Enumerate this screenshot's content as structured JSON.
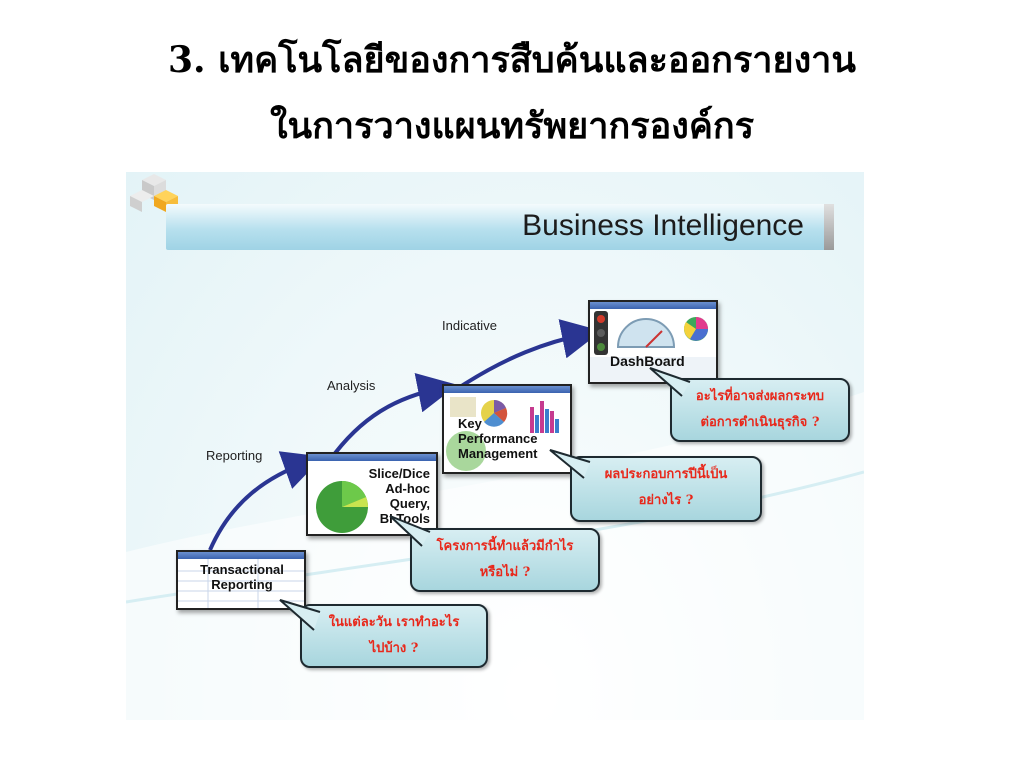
{
  "title": {
    "line1": "3. เทคโนโลยีของการสืบค้นและออกรายงาน",
    "line2": "ในการวางแผนทรัพยากรองค์กร"
  },
  "banner": {
    "text": "Business Intelligence"
  },
  "axis_labels": {
    "reporting": "Reporting",
    "analysis": "Analysis",
    "indicative": "Indicative"
  },
  "stages": {
    "transactional": "Transactional\nReporting",
    "slice": "Slice/Dice\nAd-hoc\nQuery,\nBI Tools",
    "kpm": "Key\nPerformance\nManagement",
    "dashboard": "DashBoard"
  },
  "bubbles": {
    "b1": "ในแต่ละวัน เราทำอะไร\nไปบ้าง ?",
    "b2": "โครงการนี้ทำแล้วมีกำไร\nหรือไม่ ?",
    "b3": "ผลประกอบการปีนี้เป็น\nอย่างไร ?",
    "b4": "อะไรที่อาจส่งผลกระทบ\nต่อการดำเนินธุรกิจ ?"
  },
  "colors": {
    "arrow": "#2a3592",
    "bubble_text": "#e8281b",
    "banner": "#9fd3e5"
  }
}
